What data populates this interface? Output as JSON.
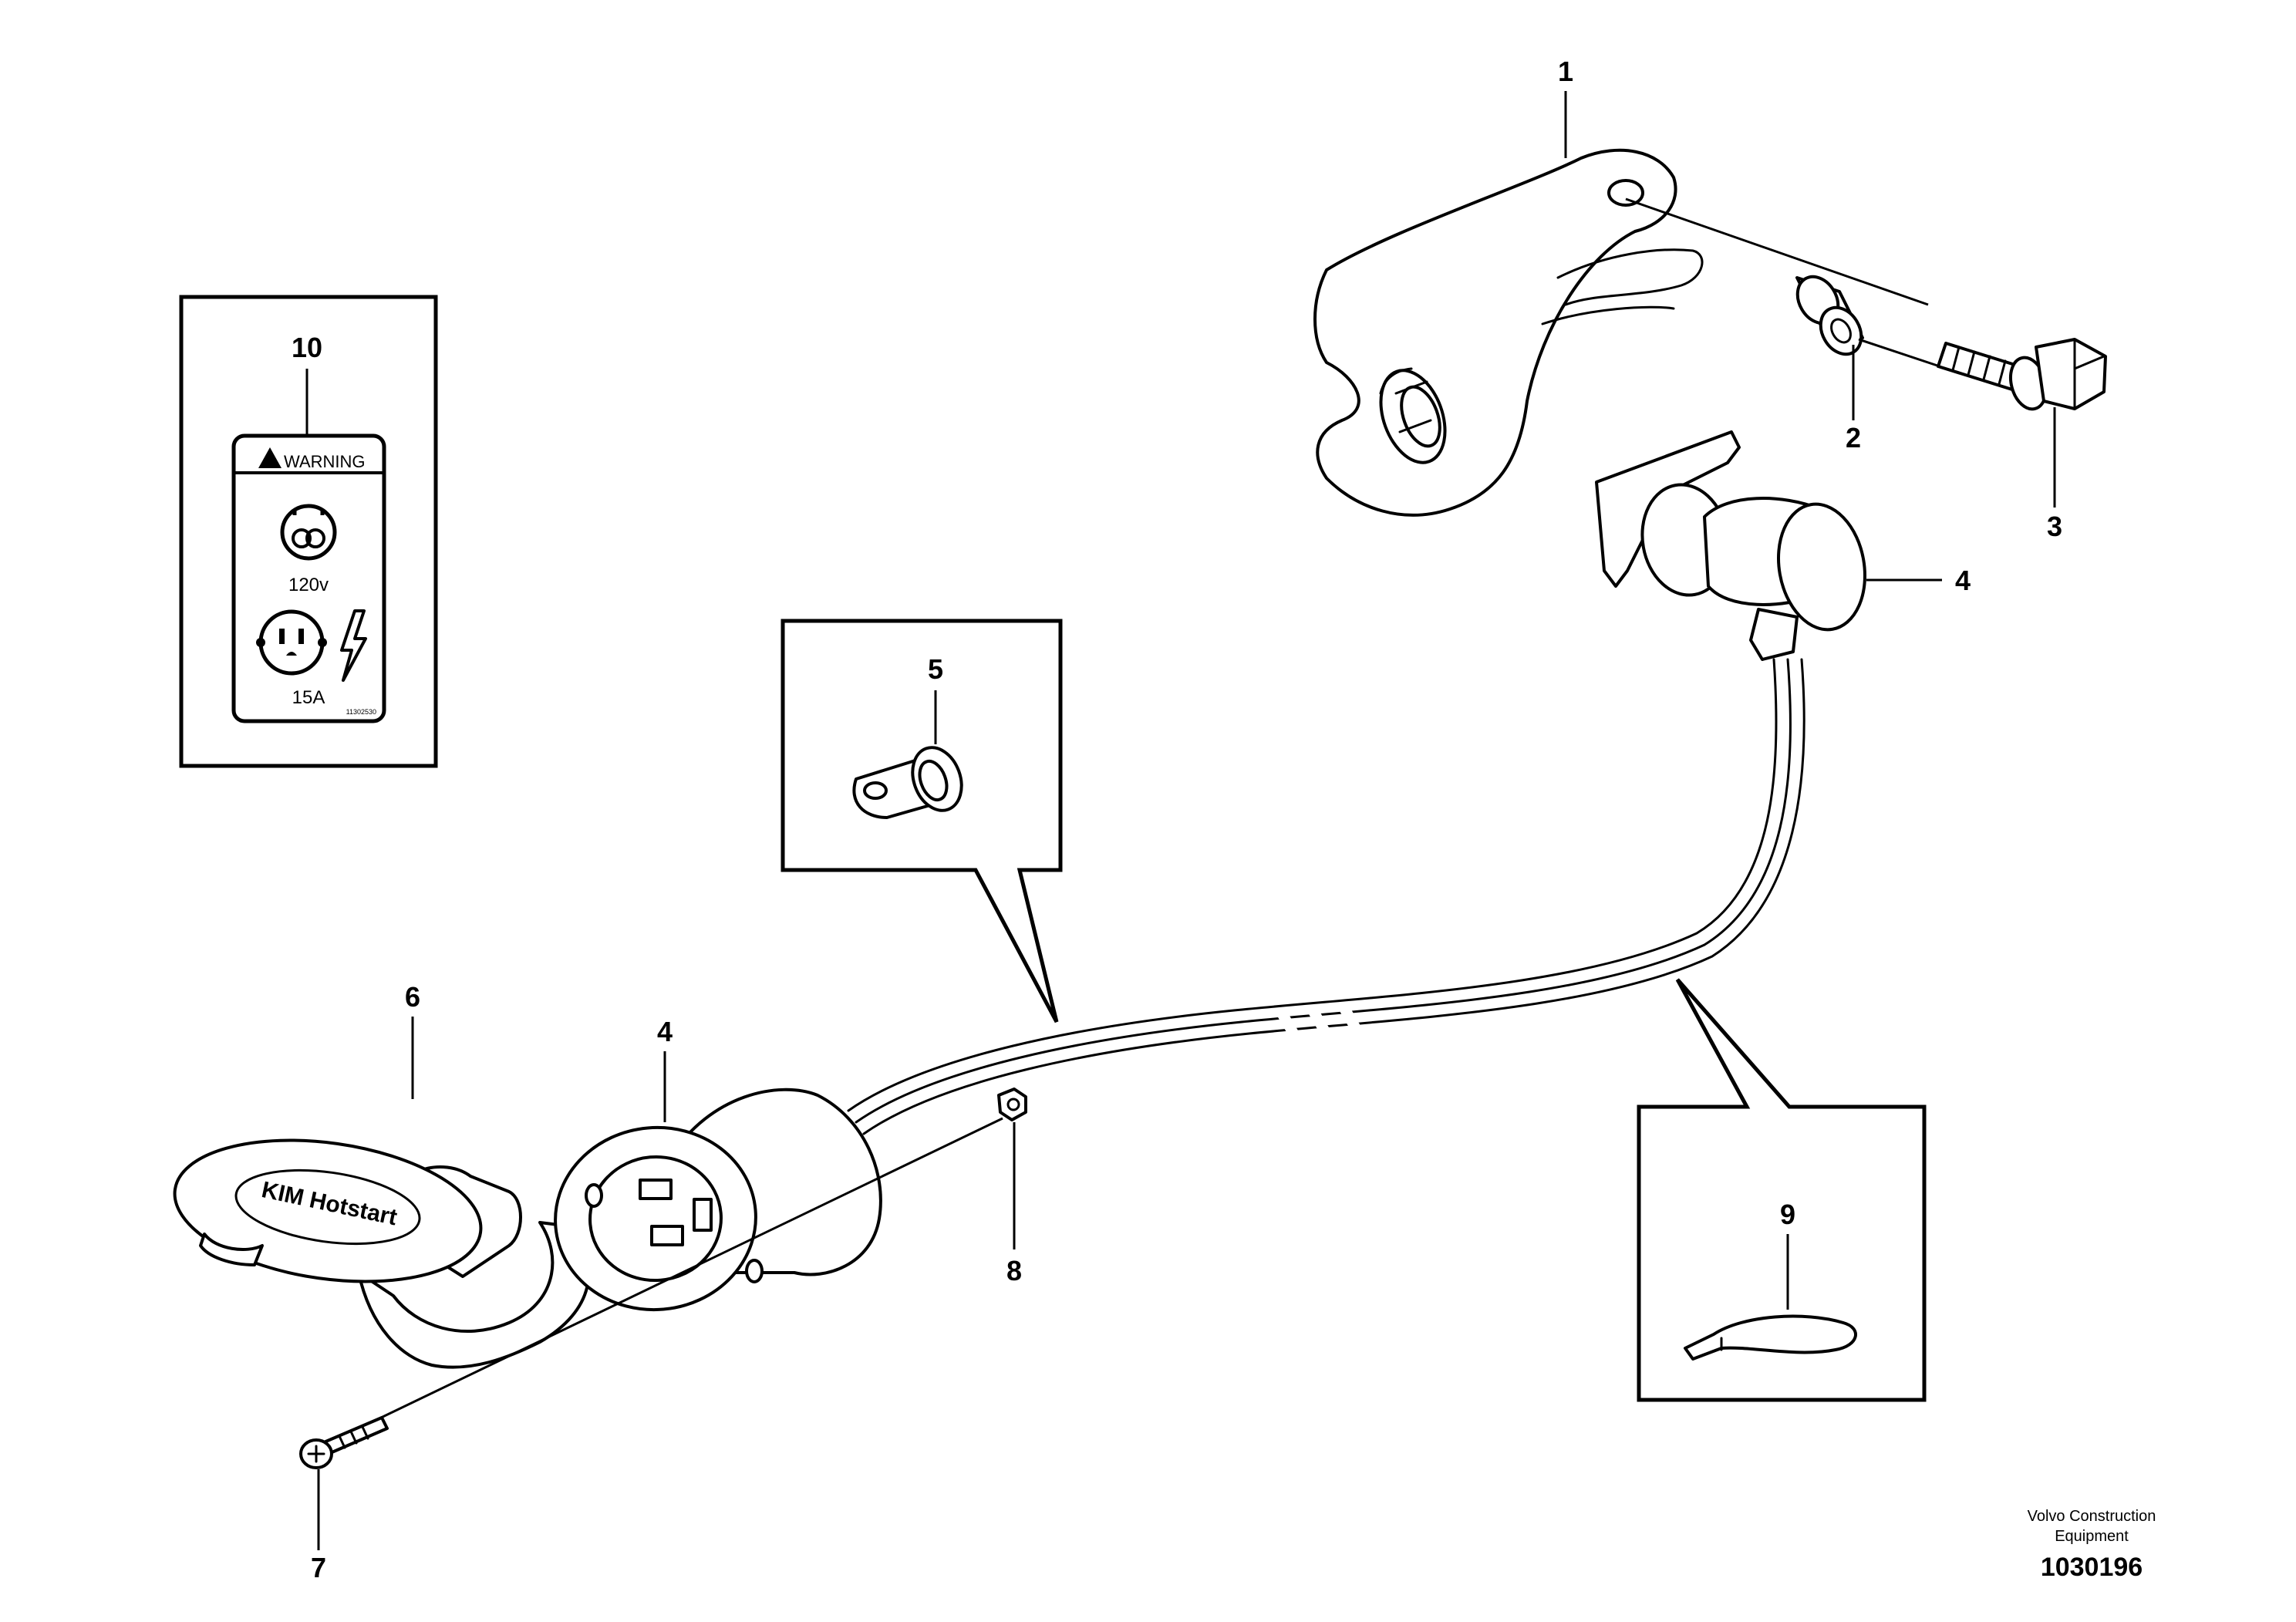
{
  "callouts": {
    "c1": "1",
    "c2": "2",
    "c3": "3",
    "c4a": "4",
    "c4b": "4",
    "c5": "5",
    "c6": "6",
    "c7": "7",
    "c8": "8",
    "c9": "9",
    "c10": "10"
  },
  "warning_label": {
    "heading": "WARNING",
    "voltage": "120v",
    "amperage": "15A",
    "part_code": "11302530"
  },
  "plug_cap_brand": "KIM Hotstart",
  "footer": {
    "company_line1": "Volvo Construction",
    "company_line2": "Equipment",
    "drawing_number": "1030196"
  }
}
